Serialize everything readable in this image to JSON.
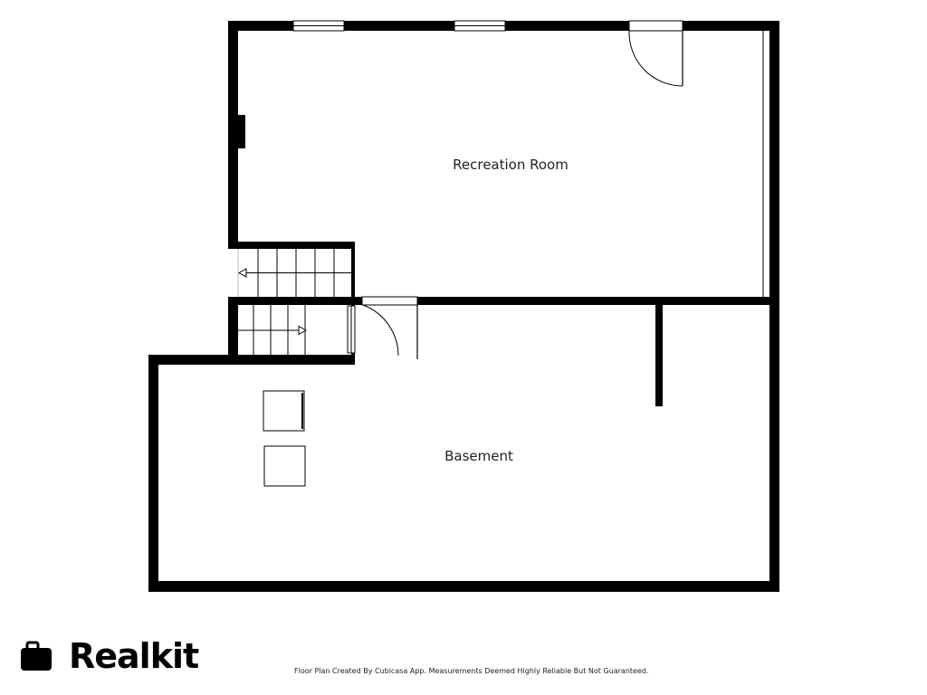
{
  "rooms": {
    "recreation": "Recreation Room",
    "basement": "Basement"
  },
  "brand": {
    "name": "Realkit",
    "icon": "briefcase-icon"
  },
  "footer": {
    "disclaimer": "Floor Plan Created By Cubicasa App. Measurements Deemed Highly Reliable But Not Guaranteed."
  },
  "colors": {
    "wall": "#000000",
    "background": "#ffffff"
  }
}
